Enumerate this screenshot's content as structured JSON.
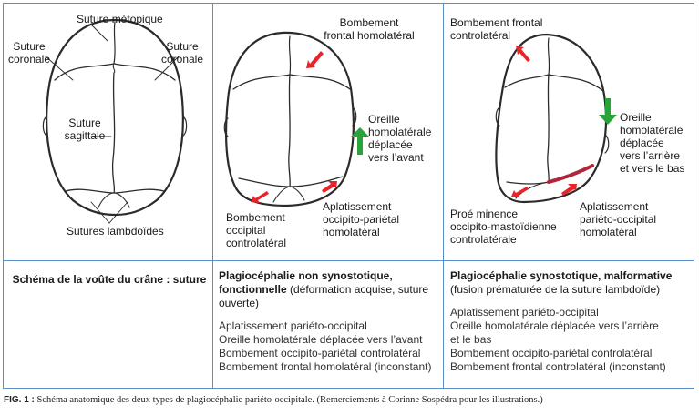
{
  "panel1": {
    "labels": {
      "metopique": "Suture métopique",
      "coronale_left_1": "Suture",
      "coronale_left_2": "coronale",
      "coronale_right_1": "Suture",
      "coronale_right_2": "coronale",
      "sagittale_1": "Suture",
      "sagittale_2": "sagittale",
      "lambdoides": "Sutures lambdoïdes"
    },
    "title": "Schéma de la voûte du crâne : suture"
  },
  "panel2": {
    "labels": {
      "bombement_frontal_1": "Bombement",
      "bombement_frontal_2": "frontal homolatéral",
      "oreille_1": "Oreille",
      "oreille_2": "homolatérale",
      "oreille_3": "déplacée",
      "oreille_4": "vers l’avant",
      "aplatissement_1": "Aplatissement",
      "aplatissement_2": "occipito-pariétal",
      "aplatissement_3": "homolatéral",
      "bombement_occ_1": "Bombement",
      "bombement_occ_2": "occipital",
      "bombement_occ_3": "controlatéral"
    },
    "title_bold": "Plagiocéphalie non synostotique, fonctionnelle",
    "title_normal": " (déformation acquise, suture ouverte)",
    "list": [
      "Aplatissement pariéto-occipital",
      "Oreille homolatérale déplacée vers l’avant",
      "Bombement occipito-pariétal controlatéral",
      "Bombement frontal homolatéral (inconstant)"
    ]
  },
  "panel3": {
    "labels": {
      "bombement_frontal_1": "Bombement frontal",
      "bombement_frontal_2": "controlatéral",
      "oreille_1": "Oreille",
      "oreille_2": "homolatérale",
      "oreille_3": "déplacée",
      "oreille_4": "vers l’arrière",
      "oreille_5": "et vers le bas",
      "aplatissement_1": "Aplatissement",
      "aplatissement_2": "pariéto-occipital",
      "aplatissement_3": "homolatéral",
      "proeminence_1": "Proé minence",
      "proeminence_2": "occipito-mastoïdienne",
      "proeminence_3": "controlatérale"
    },
    "title_bold": "Plagiocéphalie synostotique, malformative",
    "title_normal": "(fusion prématurée de la suture lambdoïde)",
    "list": [
      "Aplatissement pariéto-occipital",
      "Oreille homolatérale déplacée vers l’arrière",
      "et le bas",
      "Bombement occipito-pariétal controlatéral",
      "Bombement frontal controlatéral (inconstant)"
    ]
  },
  "caption": {
    "figno": "FIG. 1 :",
    "text": " Schéma anatomique des deux types de plagiocéphalie pariéto-occipitale. (Remerciements à Corinne Sospédra pour les illustrations.)"
  },
  "colors": {
    "frame": "#5b8fc7",
    "red_arrow": "#e8232a",
    "green_arrow": "#2aa33a",
    "skull_stroke": "#2b2b2b",
    "fused_suture": "#b0263a"
  }
}
